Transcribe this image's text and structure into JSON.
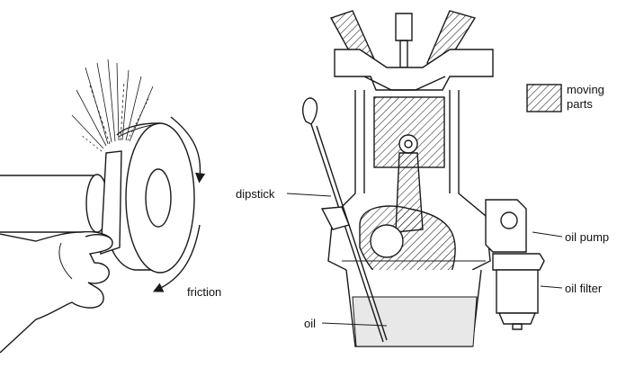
{
  "left_figure": {
    "labels": {
      "friction": "friction"
    }
  },
  "right_figure": {
    "labels": {
      "dipstick": "dipstick",
      "oil_pump": "oil pump",
      "oil_filter": "oil filter",
      "oil": "oil"
    },
    "legend": {
      "line1": "moving",
      "line2": "parts"
    }
  },
  "colors": {
    "ink": "#1a1a1a",
    "oil_fill": "#e8e8e8",
    "background": "#ffffff"
  }
}
